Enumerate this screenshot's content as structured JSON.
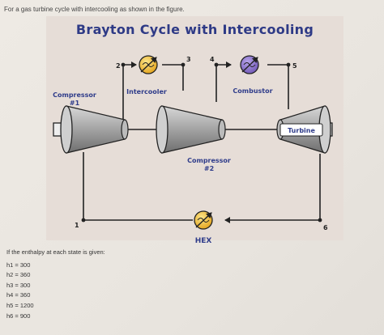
{
  "prompt_text": "For a gas turbine cycle with intercooling as shown in the figure.",
  "diagram": {
    "title": "Brayton Cycle with Intercooling",
    "labels": {
      "compressor1_line1": "Compressor",
      "compressor1_line2": "#1",
      "intercooler": "Intercooler",
      "combustor": "Combustor",
      "turbine": "Turbine",
      "compressor2_line1": "Compressor",
      "compressor2_line2": "#2",
      "hex": "HEX"
    },
    "states": {
      "s1": "1",
      "s2": "2",
      "s3": "3",
      "s4": "4",
      "s5": "5",
      "s6": "6"
    },
    "colors": {
      "title": "#2e3a86",
      "machine": "#9a9a9a",
      "heat_exchanger": "#f0b823",
      "combustor": "#8b73c9"
    }
  },
  "given": {
    "heading": "If the enthalpy at each state is given:",
    "values": [
      "h1 = 300",
      "h2 = 360",
      "h3 = 300",
      "h4 = 360",
      "h5 = 1200",
      "h6 = 900"
    ]
  }
}
